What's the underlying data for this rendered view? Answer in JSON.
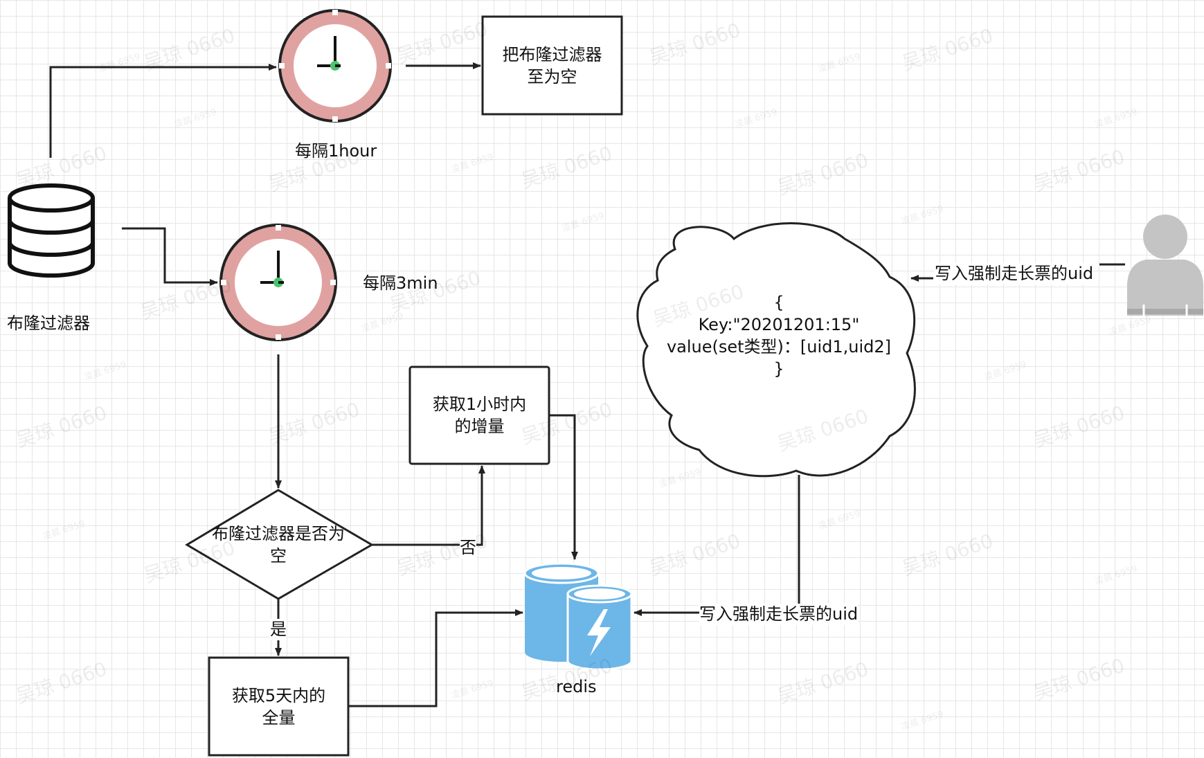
{
  "nodes": {
    "bloom_db_label": "布隆过滤器",
    "timer_hourly_label": "每隔1hour",
    "timer_3min_label": "每隔3min",
    "reset_box": [
      "把布隆过滤器",
      "至为空"
    ],
    "decision": [
      "布隆过滤器是否为",
      "空"
    ],
    "full_box": [
      "获取5天内的",
      "全量"
    ],
    "incr_box": [
      "获取1小时内",
      "的增量"
    ],
    "redis_label": "redis",
    "cloud_lines": [
      "{",
      "Key:\"20201201:15\"",
      "value(set类型)：[uid1,uid2]",
      "}"
    ]
  },
  "edges": {
    "no_label": "否",
    "yes_label": "是",
    "user_write_label": "写入强制走长票的uid",
    "cloud_write_label": "写入强制走长票的uid"
  },
  "watermarks": {
    "large": "吴琼 0660",
    "small": "凌晨 6959"
  },
  "colors": {
    "clock_ring": "#e0a2a0",
    "redis_blue": "#6cb6e8",
    "user_gray": "#bdbdbd",
    "line": "#222222"
  },
  "icons": {
    "database": "database-icon",
    "clock": "clock-icon",
    "redis": "redis-icon",
    "user": "user-icon",
    "cloud": "cloud-shape"
  }
}
